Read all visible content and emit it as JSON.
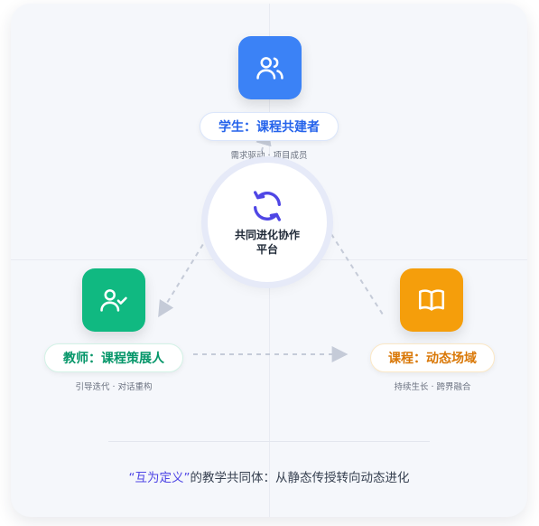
{
  "nodes": {
    "student": {
      "title": "学生：课程共建者",
      "subtitle": "需求驱动 · 项目成员",
      "icon": "users-icon",
      "color": "#3b82f6",
      "text_color": "#2563eb"
    },
    "teacher": {
      "title": "教师：课程策展人",
      "subtitle": "引导迭代 · 对话重构",
      "icon": "user-check-icon",
      "color": "#10b981",
      "text_color": "#059669"
    },
    "course": {
      "title": "课程：动态场域",
      "subtitle": "持续生长 · 跨界融合",
      "icon": "book-icon",
      "color": "#f59e0b",
      "text_color": "#d97706"
    }
  },
  "center": {
    "title": "共同进化协作平台",
    "icon": "refresh-icon",
    "color": "#4f46e5"
  },
  "footer": {
    "quote": "“互为定义”",
    "rest": "的教学共同体：从静态传授转向动态进化"
  }
}
